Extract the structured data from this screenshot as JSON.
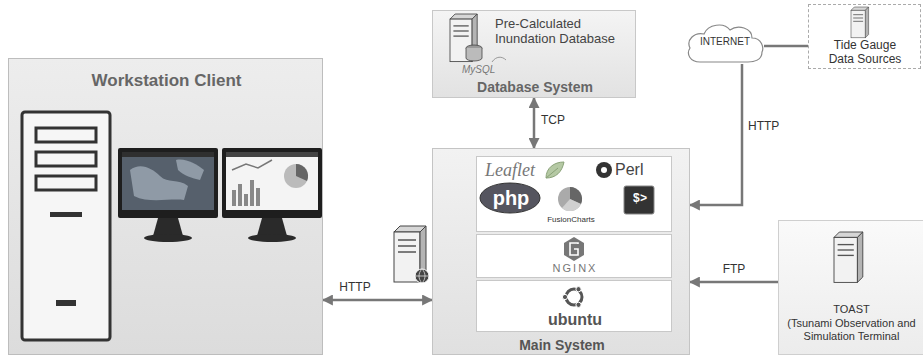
{
  "diagram": {
    "nodes": [
      {
        "text": [
          "Pre-Calculated Inundation Database",
          "Database System"
        ]
      },
      {
        "text": [
          "INTERNET"
        ]
      },
      {
        "text": [
          "Tide Gauge Data Sources"
        ]
      },
      {
        "text": [
          "Workstation Client"
        ]
      },
      {
        "text": [
          "Main System"
        ]
      },
      {
        "text": [
          "Leaflet",
          "Perl",
          "php",
          "FusionCharts",
          "$>"
        ],
        "in": 4
      },
      {
        "text": [
          "NGINX"
        ],
        "in": 4
      },
      {
        "text": [
          "ubuntu"
        ],
        "in": 4
      },
      {
        "text": [
          "TOAST",
          "(Tsunami Observation and Simulation Terminal"
        ]
      }
    ],
    "edges": [
      {
        "from": 0,
        "to": 4,
        "arrow": "both",
        "label": "TCP"
      },
      {
        "from": 1,
        "to": 2,
        "arrow": "none"
      },
      {
        "from": 1,
        "to": 4,
        "arrow": "to",
        "label": "HTTP"
      },
      {
        "from": 3,
        "to": 4,
        "arrow": "both",
        "label": "HTTP"
      },
      {
        "from": 8,
        "to": 4,
        "arrow": "to",
        "label": "FTP"
      }
    ],
    "labels": [
      "MySQL"
    ]
  }
}
